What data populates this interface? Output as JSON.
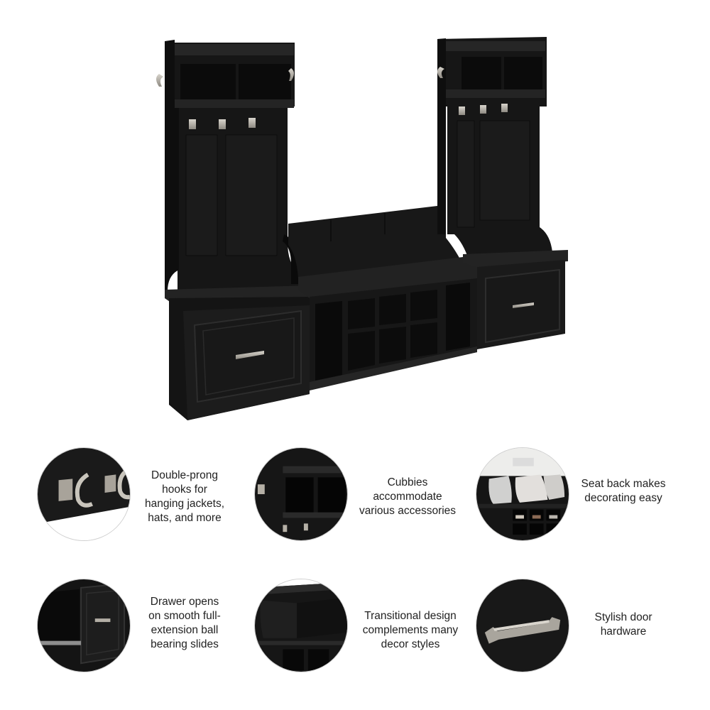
{
  "product": {
    "name": "hall-tree-entryway-set",
    "finish_color": "#1c1c1c",
    "hardware_color": "#b9b4aa",
    "components": [
      "left-hall-tree",
      "center-shoe-bench",
      "right-hall-tree"
    ]
  },
  "features": [
    {
      "id": "hooks",
      "icon": "double-prong-hook-icon",
      "text": "Double-prong\nhooks for\nhanging jackets,\nhats, and more"
    },
    {
      "id": "cubbies",
      "icon": "cubby-icon",
      "text": "Cubbies\naccommodate\nvarious accessories"
    },
    {
      "id": "seat-back",
      "icon": "seat-back-icon",
      "text": "Seat back makes\ndecorating easy"
    },
    {
      "id": "drawer",
      "icon": "drawer-icon",
      "text": "Drawer opens\non smooth full-\nextension ball\nbearing slides"
    },
    {
      "id": "design",
      "icon": "molding-icon",
      "text": "Transitional design\ncomplements many\ndecor styles"
    },
    {
      "id": "hardware",
      "icon": "drawer-pull-icon",
      "text": "Stylish door\nhardware"
    }
  ]
}
